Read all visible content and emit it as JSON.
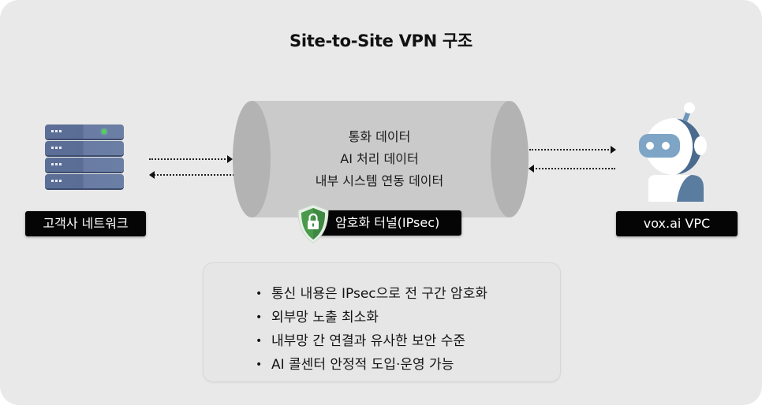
{
  "diagram": {
    "title": "Site-to-Site VPN 구조",
    "customer": {
      "label": "고객사 네트워크",
      "icon": "server-rack-icon"
    },
    "vendor": {
      "label": "vox.ai VPC",
      "icon": "robot-icon"
    },
    "tunnel": {
      "contents": [
        "통화 데이터",
        "AI 처리 데이터",
        "내부 시스템 연동 데이터"
      ],
      "label": "암호화 터널(IPsec)",
      "icon": "shield-lock-icon"
    },
    "summary": {
      "items": [
        "통신 내용은 IPsec으로 전 구간 암호화",
        "외부망 노출 최소화",
        "내부망 간 연결과 유사한 보안 수준",
        "AI 콜센터 안정적 도입·운영 가능"
      ]
    },
    "colors": {
      "background": "#e9e9e9",
      "tunnel_body": "#cacaca",
      "tunnel_cap": "#b3b3b3",
      "label_bg": "#050505",
      "shield_green": "#4a9a4c",
      "server_blue": "#5c6f97",
      "robot_blue": "#7ea4c6",
      "robot_dark": "#4a6b8e"
    }
  }
}
